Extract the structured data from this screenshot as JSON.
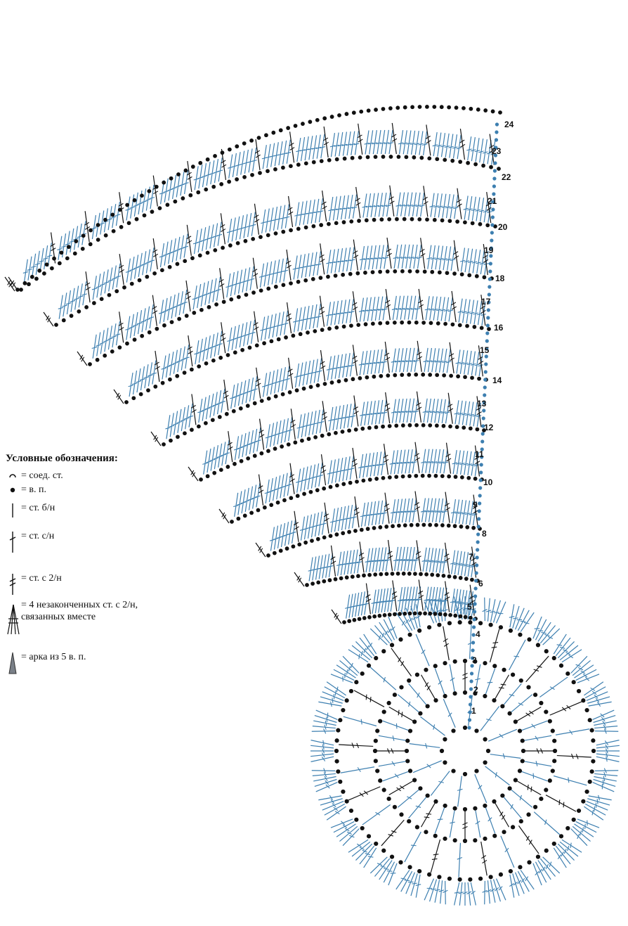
{
  "legend": {
    "title": "Условные обозначения:",
    "items": [
      {
        "icon": "slip-stitch-arc",
        "text": "= соед. ст."
      },
      {
        "icon": "chain-dot",
        "text": "= в. п."
      },
      {
        "icon": "single-crochet-bar",
        "text": "= ст. б/н"
      },
      {
        "icon": "double-crochet",
        "text": "= ст. с/н"
      },
      {
        "icon": "treble-crochet",
        "text": "= ст. с 2/н"
      },
      {
        "icon": "cluster-4-treble",
        "text": "= 4 незаконченных ст. с 2/н, связанных вместе"
      },
      {
        "icon": "arch-5-chain",
        "text": "= арка из 5 в. п."
      }
    ]
  },
  "row_labels": [
    "1",
    "2",
    "3",
    "4",
    "5",
    "6",
    "7",
    "8",
    "9",
    "10",
    "11",
    "12",
    "13",
    "14",
    "15",
    "16",
    "17",
    "18",
    "19",
    "20",
    "21",
    "22",
    "23",
    "24"
  ],
  "colors": {
    "black": "#111111",
    "blue": "#3d7fb0"
  }
}
